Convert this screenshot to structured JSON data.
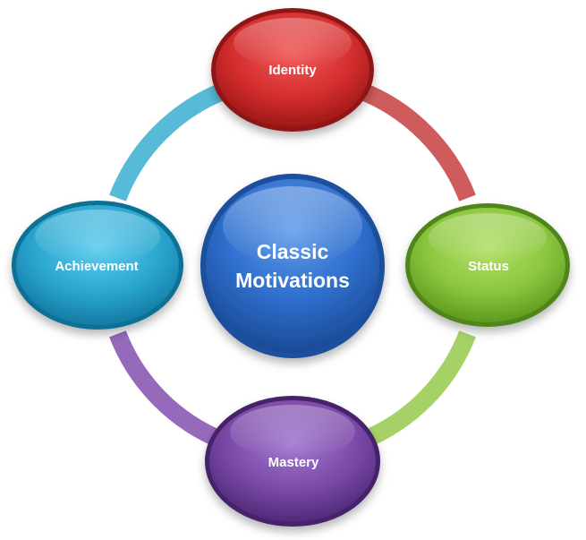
{
  "center": {
    "line1": "Classic",
    "line2": "Motivations",
    "color": "#2f6fce"
  },
  "nodes": {
    "identity": {
      "label": "Identity",
      "color": "#cc2a2a"
    },
    "status": {
      "label": "Status",
      "color": "#8cc63f"
    },
    "mastery": {
      "label": "Mastery",
      "color": "#7b49a8"
    },
    "achievement": {
      "label": "Achievement",
      "color": "#2aa6cf"
    }
  },
  "connectors": {
    "identity_status": "#c94a4a",
    "status_mastery": "#9ccc55",
    "mastery_achievement": "#8a5ab4",
    "achievement_identity": "#45b3d3"
  }
}
